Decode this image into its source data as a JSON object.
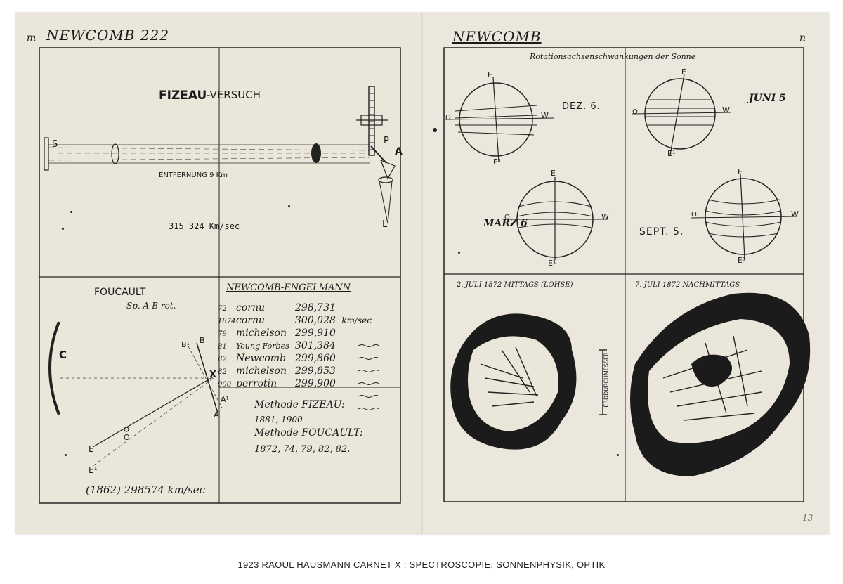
{
  "left_page": {
    "header_prefix": "m",
    "header": "NEWCOMB 222",
    "fizeau": {
      "title_bold": "FIZEAU",
      "title_rest": "-VERSUCH",
      "label_s": "S",
      "label_p": "P",
      "label_a": "A",
      "label_l": "L",
      "distance": "ENTFERNUNG 9 Km",
      "speed": "315 324 Km/sec"
    },
    "foucault": {
      "title": "FOUCAULT",
      "subtitle": "Sp. A-B rot.",
      "label_c": "C",
      "label_b1": "B¹",
      "label_b": "B",
      "label_x": "X",
      "label_a1": "A¹",
      "label_a": "A",
      "label_o": "O",
      "label_e": "E",
      "label_e1": "E¹",
      "result": "(1862) 298574 km/sec"
    },
    "newcomb_list": {
      "title": "NEWCOMB-ENGELMANN",
      "unit": "km/sec",
      "rows": [
        {
          "year": "72",
          "name": "cornu",
          "value": "298,731"
        },
        {
          "year": "1874",
          "name": "cornu",
          "value": "300,028"
        },
        {
          "year": "79",
          "name": "michelson",
          "value": "299,910"
        },
        {
          "year": "81",
          "name": "Young Forbes",
          "value": "301,384"
        },
        {
          "year": "82",
          "name": "Newcomb",
          "value": "299,860"
        },
        {
          "year": "82",
          "name": "michelson",
          "value": "299,853"
        },
        {
          "year": "900",
          "name": "perrotin",
          "value": "299,900"
        }
      ]
    },
    "methods": {
      "fizeau_label": "Methode FIZEAU:",
      "fizeau_years": "1881, 1900",
      "foucault_label": "Methode FOUCAULT:",
      "foucault_years": "1872, 74, 79, 82, 82."
    }
  },
  "right_page": {
    "header": "NEWCOMB",
    "header_suffix": "n",
    "rotation_title": "Rotationsachsenschwankungen der Sonne",
    "suns": [
      {
        "date": "DEZ. 6.",
        "e": "E",
        "e1": "E¹",
        "o": "O",
        "w": "W"
      },
      {
        "date": "JUNI 5",
        "e": "E",
        "e1": "E¹",
        "o": "O",
        "w": "W"
      },
      {
        "date": "MARZ 6",
        "e": "E",
        "e1": "E¹",
        "o": "O",
        "w": "W"
      },
      {
        "date": "SEPT. 5.",
        "e": "E",
        "e1": "E¹",
        "o": "O",
        "w": "W"
      }
    ],
    "sunspot_left_caption": "2. JULI 1872 MITTAGS (LOHSE)",
    "sunspot_right_caption": "7. JULI 1872 NACHMITTAGS",
    "earth_diameter_label": "ERDDURCHMESSER",
    "page_number": "13"
  },
  "caption": "1923  RAOUL  HAUSMANN  CARNET  X  :  SPECTROSCOPIE,  SONNENPHYSIK,  OPTIK"
}
